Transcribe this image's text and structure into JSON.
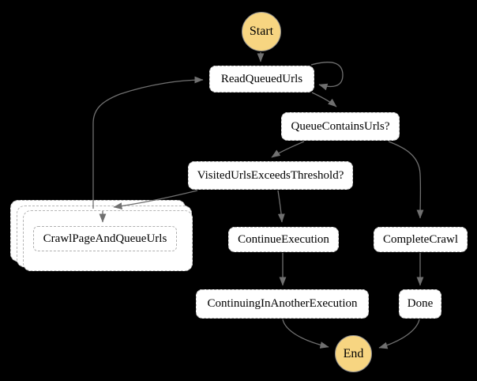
{
  "diagram": {
    "type": "state-machine-flowchart",
    "background_color": "#000000",
    "node_fill": "#ffffff",
    "terminal_fill": "#f7d581",
    "border_color": "#b5b5b5",
    "edge_color": "#707070",
    "text_color": "#000000",
    "nodes": {
      "start": {
        "label": "Start",
        "shape": "circle"
      },
      "readQueuedUrls": {
        "label": "ReadQueuedUrls",
        "shape": "rounded-box"
      },
      "queueContainsUrls": {
        "label": "QueueContainsUrls?",
        "shape": "rounded-box"
      },
      "visitedUrlsExceedsThreshold": {
        "label": "VisitedUrlsExceedsThreshold?",
        "shape": "rounded-box"
      },
      "crawlPageAndQueueUrls": {
        "label": "CrawlPageAndQueueUrls",
        "shape": "stacked-map-state"
      },
      "continueExecution": {
        "label": "ContinueExecution",
        "shape": "rounded-box"
      },
      "completeCrawl": {
        "label": "CompleteCrawl",
        "shape": "rounded-box"
      },
      "continuingInAnotherExecution": {
        "label": "ContinuingInAnotherExecution",
        "shape": "rounded-box"
      },
      "done": {
        "label": "Done",
        "shape": "rounded-box"
      },
      "end": {
        "label": "End",
        "shape": "circle"
      }
    },
    "edges": [
      {
        "from": "Start",
        "to": "ReadQueuedUrls"
      },
      {
        "from": "ReadQueuedUrls",
        "to": "ReadQueuedUrls",
        "note": "self-loop"
      },
      {
        "from": "ReadQueuedUrls",
        "to": "QueueContainsUrls?"
      },
      {
        "from": "QueueContainsUrls?",
        "to": "VisitedUrlsExceedsThreshold?"
      },
      {
        "from": "QueueContainsUrls?",
        "to": "CompleteCrawl"
      },
      {
        "from": "VisitedUrlsExceedsThreshold?",
        "to": "CrawlPageAndQueueUrls"
      },
      {
        "from": "CrawlPageAndQueueUrls",
        "to": "CrawlPageAndQueueUrls-inner"
      },
      {
        "from": "VisitedUrlsExceedsThreshold?",
        "to": "ContinueExecution"
      },
      {
        "from": "CrawlPageAndQueueUrls",
        "to": "ReadQueuedUrls"
      },
      {
        "from": "ContinueExecution",
        "to": "ContinuingInAnotherExecution"
      },
      {
        "from": "CompleteCrawl",
        "to": "Done"
      },
      {
        "from": "ContinuingInAnotherExecution",
        "to": "End"
      },
      {
        "from": "Done",
        "to": "End"
      }
    ]
  }
}
